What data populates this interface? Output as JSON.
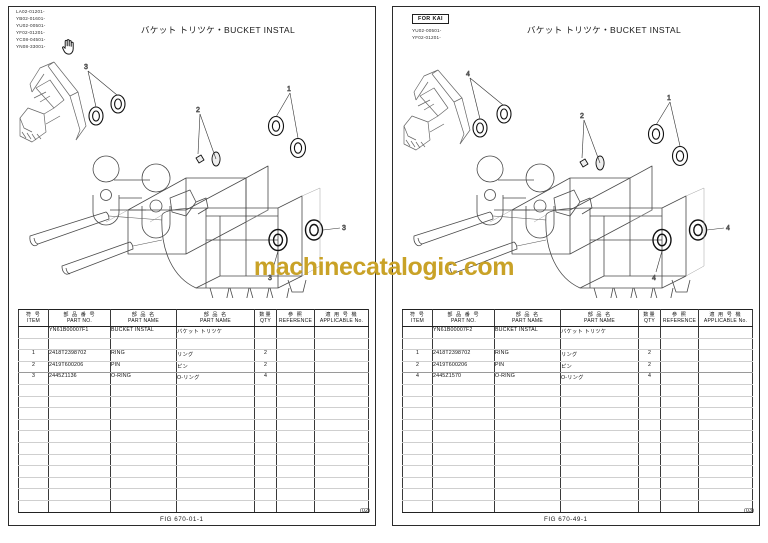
{
  "document": {
    "watermark": "machinecatalogic.com"
  },
  "panels": [
    {
      "id": "left",
      "applicable_models": "LA02-01201-\nYB02-01601-\nYU02-00501-\nYF02-01201-\nYC08-04501-\nYN08-33001-",
      "for_kai_label": null,
      "title": "バケット トリツケ・BUCKET INSTAL",
      "fig_code": "FIG 670-01-1",
      "page_no": "(02)",
      "callouts": [
        "1",
        "2",
        "3"
      ],
      "table": {
        "headers": [
          {
            "jp": "符 号",
            "en": "ITEM"
          },
          {
            "jp": "部 品 番 号",
            "en": "PART NO."
          },
          {
            "jp": "部    品    名",
            "en": "PART NAME"
          },
          {
            "jp": "部    品    名",
            "en": "PART NAME"
          },
          {
            "jp": "数量",
            "en": "QTY"
          },
          {
            "jp": "参  照",
            "en": "REFERENCE"
          },
          {
            "jp": "適 用 号 機",
            "en": "APPLICABLE No."
          }
        ],
        "rows": [
          {
            "item": "",
            "part_no": "YN61B00007F1",
            "part_name": "BUCKET INSTAL",
            "part_name_jp": "バケット トリツケ",
            "qty": "",
            "reference": "",
            "applicable": ""
          },
          {
            "item": "",
            "part_no": "",
            "part_name": "",
            "part_name_jp": "",
            "qty": "",
            "reference": "",
            "applicable": ""
          },
          {
            "item": "1",
            "part_no": "2418T2398702",
            "part_name": "RING",
            "part_name_jp": "リング",
            "qty": "2",
            "reference": "",
            "applicable": ""
          },
          {
            "item": "2",
            "part_no": "2419T600206",
            "part_name": "PIN",
            "part_name_jp": "ピン",
            "qty": "2",
            "reference": "",
            "applicable": ""
          },
          {
            "item": "3",
            "part_no": "2445Z1136",
            "part_name": "O-RING",
            "part_name_jp": "O-リング",
            "qty": "4",
            "reference": "",
            "applicable": ""
          },
          {
            "item": "",
            "part_no": "",
            "part_name": "",
            "part_name_jp": "",
            "qty": "",
            "reference": "",
            "applicable": ""
          },
          {
            "item": "",
            "part_no": "",
            "part_name": "",
            "part_name_jp": "",
            "qty": "",
            "reference": "",
            "applicable": ""
          },
          {
            "item": "",
            "part_no": "",
            "part_name": "",
            "part_name_jp": "",
            "qty": "",
            "reference": "",
            "applicable": ""
          },
          {
            "item": "",
            "part_no": "",
            "part_name": "",
            "part_name_jp": "",
            "qty": "",
            "reference": "",
            "applicable": ""
          },
          {
            "item": "",
            "part_no": "",
            "part_name": "",
            "part_name_jp": "",
            "qty": "",
            "reference": "",
            "applicable": ""
          },
          {
            "item": "",
            "part_no": "",
            "part_name": "",
            "part_name_jp": "",
            "qty": "",
            "reference": "",
            "applicable": ""
          },
          {
            "item": "",
            "part_no": "",
            "part_name": "",
            "part_name_jp": "",
            "qty": "",
            "reference": "",
            "applicable": ""
          },
          {
            "item": "",
            "part_no": "",
            "part_name": "",
            "part_name_jp": "",
            "qty": "",
            "reference": "",
            "applicable": ""
          },
          {
            "item": "",
            "part_no": "",
            "part_name": "",
            "part_name_jp": "",
            "qty": "",
            "reference": "",
            "applicable": ""
          },
          {
            "item": "",
            "part_no": "",
            "part_name": "",
            "part_name_jp": "",
            "qty": "",
            "reference": "",
            "applicable": ""
          },
          {
            "item": "",
            "part_no": "",
            "part_name": "",
            "part_name_jp": "",
            "qty": "",
            "reference": "",
            "applicable": ""
          }
        ]
      }
    },
    {
      "id": "right",
      "applicable_models": "YU02-00501-\nYF02-01201-",
      "for_kai_label": "FOR KAI",
      "title": "バケット トリツケ・BUCKET INSTAL",
      "fig_code": "FIG 670-49-1",
      "page_no": "(03)",
      "callouts": [
        "1",
        "2",
        "4"
      ],
      "table": {
        "headers": [
          {
            "jp": "符 号",
            "en": "ITEM"
          },
          {
            "jp": "部 品 番 号",
            "en": "PART NO."
          },
          {
            "jp": "部    品    名",
            "en": "PART NAME"
          },
          {
            "jp": "部    品    名",
            "en": "PART NAME"
          },
          {
            "jp": "数量",
            "en": "QTY"
          },
          {
            "jp": "参  照",
            "en": "REFERENCE"
          },
          {
            "jp": "適 用 号 機",
            "en": "APPLICABLE No."
          }
        ],
        "rows": [
          {
            "item": "",
            "part_no": "YN61B00007F2",
            "part_name": "BUCKET INSTAL",
            "part_name_jp": "バケット トリツケ",
            "qty": "",
            "reference": "",
            "applicable": ""
          },
          {
            "item": "",
            "part_no": "",
            "part_name": "",
            "part_name_jp": "",
            "qty": "",
            "reference": "",
            "applicable": ""
          },
          {
            "item": "1",
            "part_no": "2418T2398702",
            "part_name": "RING",
            "part_name_jp": "リング",
            "qty": "2",
            "reference": "",
            "applicable": ""
          },
          {
            "item": "2",
            "part_no": "2419T600206",
            "part_name": "PIN",
            "part_name_jp": "ピン",
            "qty": "2",
            "reference": "",
            "applicable": ""
          },
          {
            "item": "4",
            "part_no": "2445Z1570",
            "part_name": "O-RING",
            "part_name_jp": "O-リング",
            "qty": "4",
            "reference": "",
            "applicable": ""
          },
          {
            "item": "",
            "part_no": "",
            "part_name": "",
            "part_name_jp": "",
            "qty": "",
            "reference": "",
            "applicable": ""
          },
          {
            "item": "",
            "part_no": "",
            "part_name": "",
            "part_name_jp": "",
            "qty": "",
            "reference": "",
            "applicable": ""
          },
          {
            "item": "",
            "part_no": "",
            "part_name": "",
            "part_name_jp": "",
            "qty": "",
            "reference": "",
            "applicable": ""
          },
          {
            "item": "",
            "part_no": "",
            "part_name": "",
            "part_name_jp": "",
            "qty": "",
            "reference": "",
            "applicable": ""
          },
          {
            "item": "",
            "part_no": "",
            "part_name": "",
            "part_name_jp": "",
            "qty": "",
            "reference": "",
            "applicable": ""
          },
          {
            "item": "",
            "part_no": "",
            "part_name": "",
            "part_name_jp": "",
            "qty": "",
            "reference": "",
            "applicable": ""
          },
          {
            "item": "",
            "part_no": "",
            "part_name": "",
            "part_name_jp": "",
            "qty": "",
            "reference": "",
            "applicable": ""
          },
          {
            "item": "",
            "part_no": "",
            "part_name": "",
            "part_name_jp": "",
            "qty": "",
            "reference": "",
            "applicable": ""
          },
          {
            "item": "",
            "part_no": "",
            "part_name": "",
            "part_name_jp": "",
            "qty": "",
            "reference": "",
            "applicable": ""
          },
          {
            "item": "",
            "part_no": "",
            "part_name": "",
            "part_name_jp": "",
            "qty": "",
            "reference": "",
            "applicable": ""
          },
          {
            "item": "",
            "part_no": "",
            "part_name": "",
            "part_name_jp": "",
            "qty": "",
            "reference": "",
            "applicable": ""
          }
        ]
      }
    }
  ]
}
